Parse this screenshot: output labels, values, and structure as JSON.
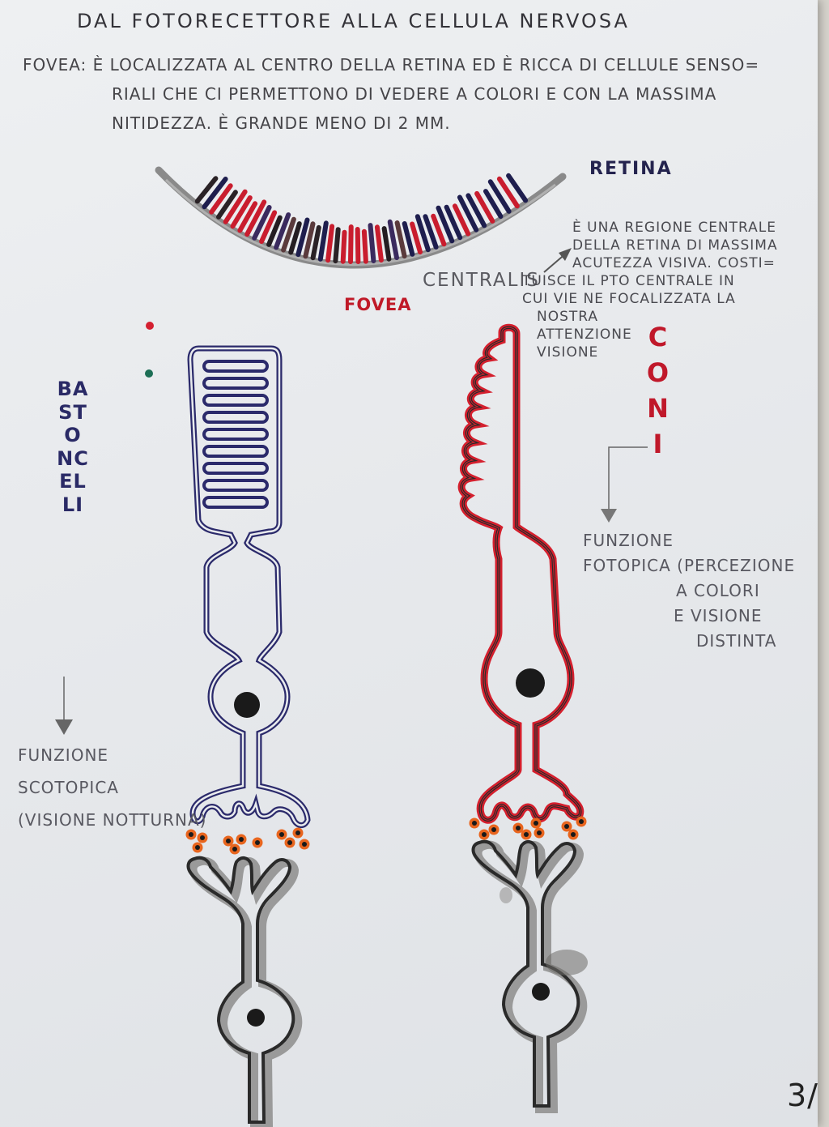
{
  "title": "DAL FOTORECETTORE ALLA CELLULA NERVOSA",
  "intro": {
    "line1": "FOVEA: È LOCALIZZATA AL CENTRO DELLA RETINA ED È RICCA DI CELLULE SENSO=",
    "line2": "RIALI CHE CI PERMETTONO DI VEDERE A COLORI E CON LA MASSIMA",
    "line3": "NITIDEZZA. È GRANDE MENO DI 2 MM."
  },
  "retina": {
    "label": "RETINA",
    "fovea_label": "FOVEA",
    "fovea_centralis_label": "CENTRALIS",
    "fovea_description": [
      "È UNA REGIONE CENTRALE",
      "DELLA RETINA DI MASSIMA",
      "ACUTEZZA VISIVA. COSTI=",
      "TUISCE IL PTO CENTRALE IN",
      "CUI VIE NE FOCALIZZATA LA",
      "NOSTRA",
      "ATTENZIONE",
      "VISIONE"
    ]
  },
  "rods": {
    "title": "BASTONCELLI",
    "function_lines": [
      "FUNZIONE",
      "SCOTOPICA",
      "(VISIONE NOTTURNA)"
    ]
  },
  "cones": {
    "title": "CONI",
    "function_lines": [
      "FUNZIONE",
      "FOTOPICA (PERCEZIONE",
      "A COLORI",
      "E VISIONE",
      "DISTINTA"
    ]
  },
  "page_number": "3/",
  "colors": {
    "rod_outline": "#2b2a6b",
    "cone_outline": "#d4202e",
    "cone_inner": "#2a2a2a",
    "ganglion_outline": "#2a2a2a",
    "ganglion_shadow": "#8e8e8e",
    "synapse_vesicle": "#e8651e",
    "nucleus": "#1a1a1a",
    "retina_arc": "#8a8a8a"
  }
}
